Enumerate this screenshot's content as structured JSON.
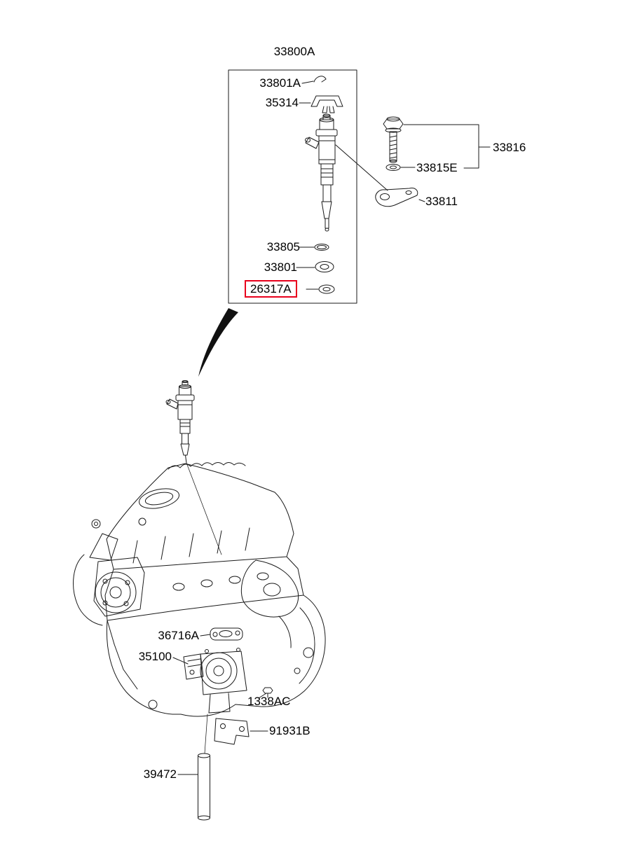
{
  "diagram": {
    "background": "#ffffff",
    "line_color": "#1a1a1a",
    "highlight_color": "#e8001c",
    "highlighted_part": "26317A",
    "labels": {
      "p33800A": "33800A",
      "p33801A": "33801A",
      "p35314": "35314",
      "p33816": "33816",
      "p33815E": "33815E",
      "p33811": "33811",
      "p33805": "33805",
      "p33801": "33801",
      "p26317A": "26317A",
      "p36716A": "36716A",
      "p35100": "35100",
      "p1338AC": "1338AC",
      "p91931B": "91931B",
      "p39472": "39472"
    }
  }
}
